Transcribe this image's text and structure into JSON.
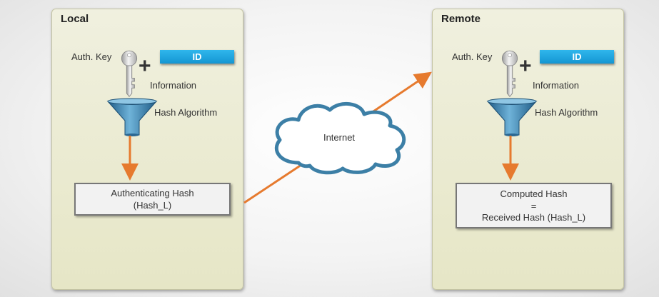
{
  "local": {
    "title": "Local",
    "auth_key_label": "Auth. Key",
    "id_label": "ID",
    "plus": "+",
    "information_label": "Information",
    "hash_algorithm_label": "Hash Algorithm",
    "hash_box_lines": [
      "Authenticating Hash",
      "(Hash_L)"
    ]
  },
  "remote": {
    "title": "Remote",
    "auth_key_label": "Auth. Key",
    "id_label": "ID",
    "plus": "+",
    "information_label": "Information",
    "hash_algorithm_label": "Hash Algorithm",
    "hash_box_lines": [
      "Computed Hash",
      "=",
      "Received Hash (Hash_L)"
    ]
  },
  "cloud": {
    "label": "Internet"
  },
  "colors": {
    "arrow": "#e67a2e",
    "id_box": "#1ea6e0",
    "cloud_outline": "#3c7fa6",
    "funnel": "#3d82ad",
    "panel": "#ebebd2"
  },
  "icons": {
    "key": "key-icon",
    "funnel": "funnel-icon",
    "cloud": "cloud-icon"
  }
}
